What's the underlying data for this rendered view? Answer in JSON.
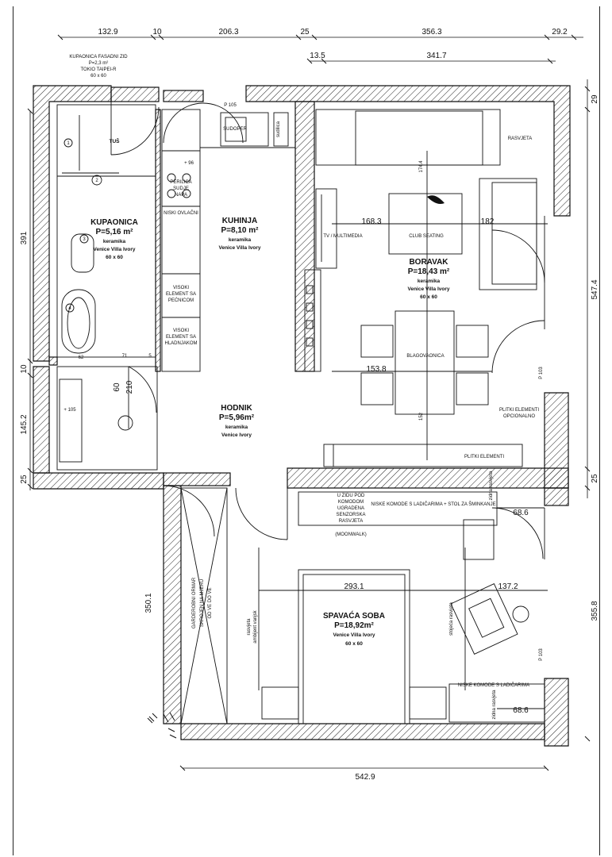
{
  "dimensions": {
    "top": [
      "132.9",
      "10",
      "206.3",
      "25",
      "356.3",
      "29.2"
    ],
    "top_inner": [
      "13.5",
      "341.7"
    ],
    "right": [
      "29",
      "547.4",
      "25",
      "355.8"
    ],
    "left": [
      "391",
      "10",
      "145.2",
      "25",
      "350.1"
    ],
    "bottom": "542.9",
    "interior": {
      "d62": "62",
      "d71": "71",
      "d5": "5",
      "d60": "60",
      "d210": "210",
      "d174": "174.4",
      "d168": "168.3",
      "d182": "182",
      "d153": "153.8",
      "d152": "152",
      "d293": "293.1",
      "d137": "137.2",
      "d68a": "68.6",
      "d68b": "68.6",
      "p103a": "P 103",
      "p103b": "P 103",
      "p105": "P 105",
      "plus96": "+ 96",
      "plus105": "+ 105",
      "n1": "1",
      "n2": "2",
      "n3": "3",
      "n4": "4"
    }
  },
  "header_note": [
    "KUPAONICA FASADNI ZID",
    "P=2,3 m²",
    "TOKIO TAIPEI-R",
    "60 x 60"
  ],
  "rooms": {
    "kupaonica": [
      "KUPAONICA",
      "P=5,16 m²",
      "keramika",
      "Venice Villa Ivory",
      "60 x 60"
    ],
    "kuhinja": [
      "KUHINJA",
      "P=8,10 m²",
      "keramika",
      "Venice Villa Ivory"
    ],
    "boravak": [
      "BORAVAK",
      "P=18,43 m²",
      "keramika",
      "Venice Villa Ivory",
      "60 x 60"
    ],
    "hodnik": [
      "HODNIK",
      "P=5,96m²",
      "keramika",
      "Venice Ivory"
    ],
    "spavaca": [
      "SPAVAĆA SOBA",
      "P=18,92m²",
      "Venice Villa Ivory",
      "60 x 60"
    ]
  },
  "labels": {
    "tus": "TUŠ",
    "sudoper": "SUDOPER",
    "sudilica": "sudilica",
    "perilica": [
      "PERILICA",
      "SUDJE",
      "NAPA"
    ],
    "niski_ormar": "NISKI OVLAČNI",
    "visoki_pec": [
      "VISOKI",
      "ELEMENT SA",
      "PEĆNICOM"
    ],
    "visoki_hlad": [
      "VISOKI",
      "ELEMENT SA",
      "HLADNJAKOM"
    ],
    "rasvjeta": "RASVJETA",
    "tv": "TV / MULTIMEDIA",
    "club": "CLUB SEATING",
    "blagovaonica": "BLAGOVAONICA",
    "plitki_opc": [
      "PLITKI ELEMENTI",
      "OPCIONALNO"
    ],
    "plitki": "PLITKI ELEMENTI",
    "u_zidu": [
      "U ZIDU POD",
      "KOMODOM",
      "UGRADENA",
      "SENZORSKA",
      "RASVJETA",
      "(MOONWALK)"
    ],
    "niske_komode_stol": "NISKE KOMODE S LADIČARIMA + STOL ZA ŠMINKANJE",
    "zidna_rasvjeta_a": "zidna rasvjeta",
    "garderobni": [
      "GARDEROBNI ORMAR",
      "SKROJEN NA MJERU",
      "OD VE DO VE"
    ],
    "rasvjeta_ambijent": [
      "rasvjeta",
      "ambijent vanjsk"
    ],
    "stojeca": "stojeća rasvjeta",
    "niske_komode": "NISKE KOMODE S LADIČARIMA",
    "zidna_rasvjeta_b": "zidna rasvjeta"
  }
}
